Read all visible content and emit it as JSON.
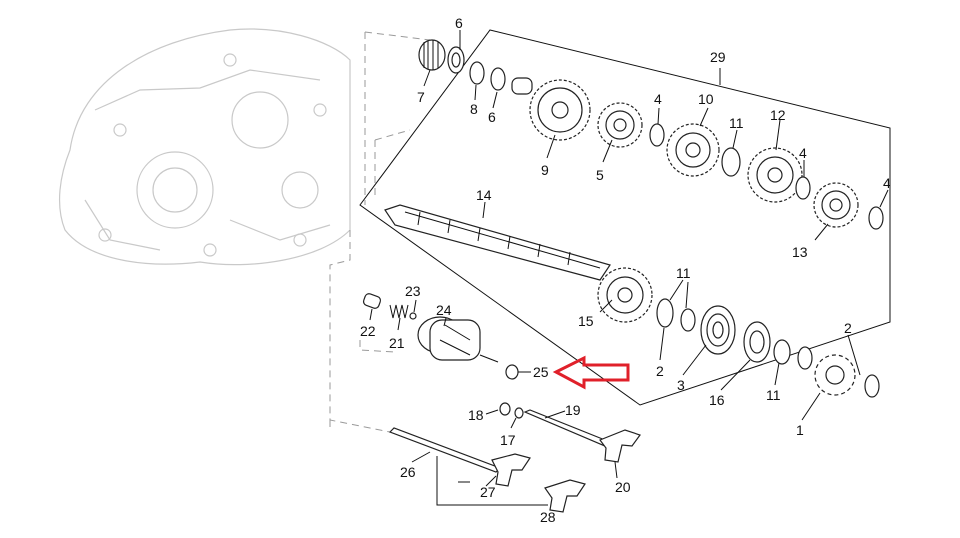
{
  "diagram": {
    "callouts": {
      "c1": "1",
      "c2a": "2",
      "c2b": "2",
      "c3": "3",
      "c4a": "4",
      "c4b": "4",
      "c4c": "4",
      "c5": "5",
      "c6a": "6",
      "c6b": "6",
      "c7": "7",
      "c8": "8",
      "c9": "9",
      "c10": "10",
      "c11a": "11",
      "c11b": "11",
      "c11c": "11",
      "c12": "12",
      "c13": "13",
      "c14": "14",
      "c15": "15",
      "c16": "16",
      "c17": "17",
      "c18": "18",
      "c19": "19",
      "c20": "20",
      "c21": "21",
      "c22": "22",
      "c23": "23",
      "c24": "24",
      "c25": "25",
      "c26": "26",
      "c27": "27",
      "c28": "28",
      "c29": "29"
    },
    "highlight": {
      "target": "25",
      "color": "#e0202a"
    },
    "colors": {
      "line": "#111111",
      "ghost": "#c9c9c9",
      "dash": "#9a9a9a"
    }
  }
}
